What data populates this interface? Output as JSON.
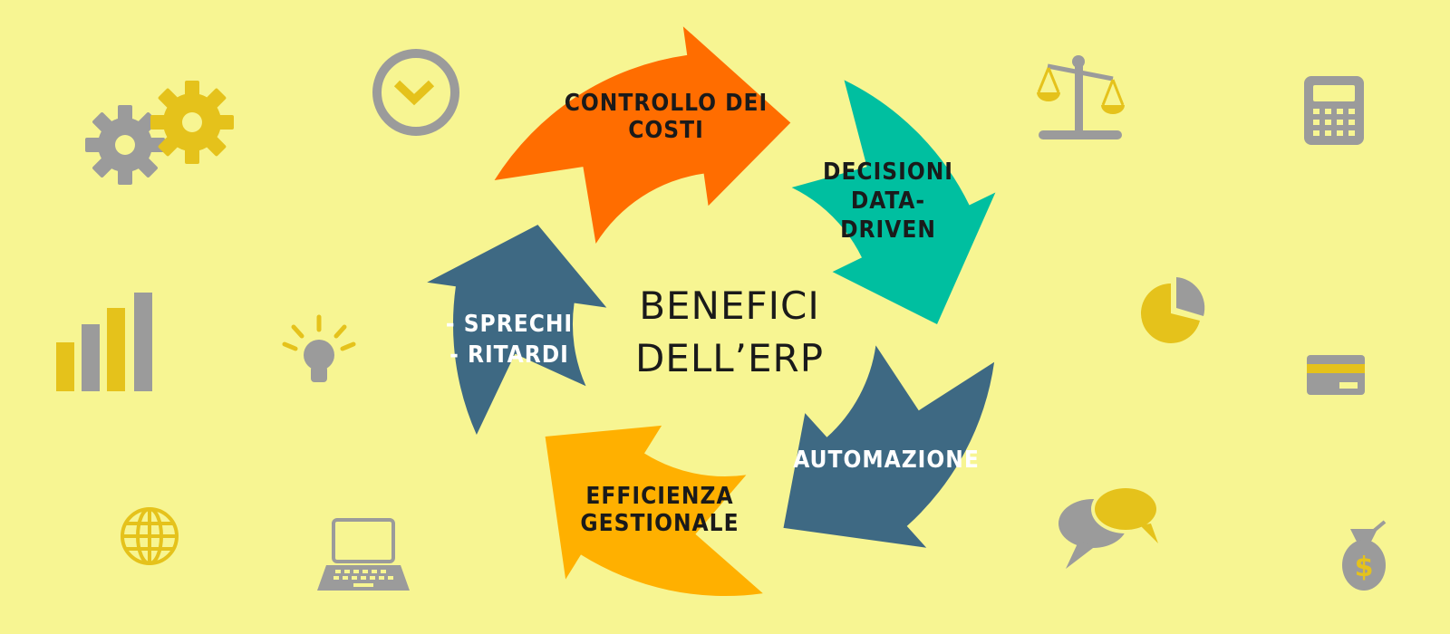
{
  "center": {
    "line1": "BENEFICI",
    "line2": "DELL’ERP"
  },
  "segments": [
    {
      "id": "controllo",
      "lines": [
        "CONTROLLO DEI",
        "COSTI"
      ],
      "color": "#ff6d00",
      "text_color": "#1a1a1a"
    },
    {
      "id": "decisioni",
      "lines": [
        "DECISIONI",
        "DATA-",
        "DRIVEN"
      ],
      "color": "#00bfa0",
      "text_color": "#1a1a1a"
    },
    {
      "id": "automazione",
      "lines": [
        "AUTOMAZIONE"
      ],
      "color": "#3e6983",
      "text_color": "#ffffff"
    },
    {
      "id": "efficienza",
      "lines": [
        "EFFICIENZA",
        "GESTIONALE"
      ],
      "color": "#ffb000",
      "text_color": "#1a1a1a"
    },
    {
      "id": "sprechi",
      "lines": [
        "- SPRECHI",
        "- RITARDI"
      ],
      "color": "#3e6983",
      "text_color": "#ffffff"
    }
  ],
  "icons": {
    "gray": "#9b9b9b",
    "yellow": "#e5c21b",
    "names": [
      "gears-icon",
      "clock-icon",
      "bar-chart-icon",
      "lightbulb-icon",
      "globe-icon",
      "laptop-icon",
      "scales-icon",
      "calculator-icon",
      "pie-chart-icon",
      "credit-card-icon",
      "chat-bubbles-icon",
      "money-bag-icon"
    ]
  },
  "money_bag_symbol": "$"
}
